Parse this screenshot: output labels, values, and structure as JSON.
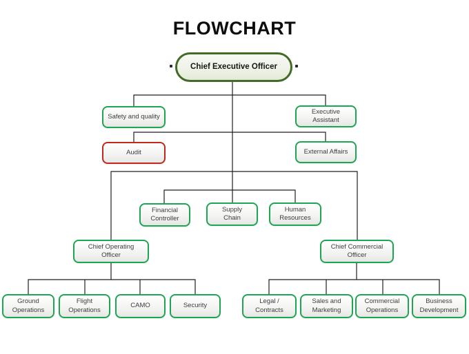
{
  "title": "FLOWCHART",
  "colors": {
    "node_border_green": "#1ea551",
    "node_border_red": "#c1271b",
    "ceo_border_green": "#426b28",
    "connector": "#1f1f1f",
    "node_text": "#3d3d3d"
  },
  "nodes": {
    "ceo": "Chief Executive Officer",
    "safety_quality": "Safety and quality",
    "executive_assistant": "Executive Assistant",
    "audit": "Audit",
    "external_affairs": "External Affairs",
    "financial_controller": "Financial Controller",
    "supply_chain": "Supply Chain",
    "human_resources": "Human Resources",
    "coo": "Chief Operating Officer",
    "cco": "Chief Commercial Officer",
    "ground_operations": "Ground Operations",
    "flight_operations": "Flight Operations",
    "camo": "CAMO",
    "security": "Security",
    "legal_contracts": "Legal / Contracts",
    "sales_marketing": "Sales and Marketing",
    "commercial_operations": "Commercial Operations",
    "business_development": "Business Development"
  }
}
